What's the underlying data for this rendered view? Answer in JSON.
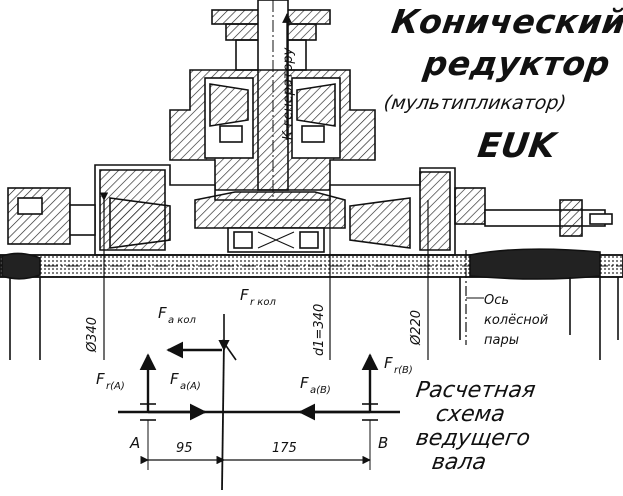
{
  "title": {
    "line1": "Конический",
    "line2": "редуктор",
    "line3": "(мультипликатор)",
    "code": "EUK"
  },
  "drawing": {
    "to_generator": "К генератору",
    "dia_left": "Ø340",
    "dia_gear": "d1=340",
    "dia_right": "Ø220",
    "wheel_axis_label": [
      "Ось",
      "колёсной",
      "пары"
    ]
  },
  "forces": {
    "Fa_kol": {
      "main": "F",
      "sub": "a кол"
    },
    "Fr_kol": {
      "main": "F",
      "sub": "r кол"
    },
    "Fr_A": {
      "main": "F",
      "sub": "r(A)"
    },
    "Fa_A": {
      "main": "F",
      "sub": "a(A)"
    },
    "Fa_B": {
      "main": "F",
      "sub": "a(B)"
    },
    "Fr_B": {
      "main": "F",
      "sub": "r(B)"
    }
  },
  "supports": {
    "A": "A",
    "B": "B"
  },
  "dimensions": {
    "d1": "95",
    "d2": "175"
  },
  "scheme_title": [
    "Расчетная",
    "схема",
    "ведущего",
    "вала"
  ]
}
